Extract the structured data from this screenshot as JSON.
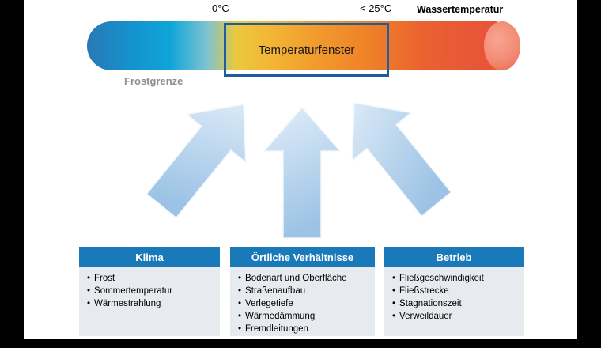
{
  "scale": {
    "zero_label": "0°C",
    "max_label": "< 25°C",
    "water_label": "Wassertemperatur",
    "frost_label": "Frostgrenze",
    "window_label": "Temperaturfenster"
  },
  "colors": {
    "cold_end": "#2a78b4",
    "hot_end": "#e7513b",
    "window_border": "#1e5e9e",
    "panel_header_blue": "#1a7ab9",
    "panel_body_gray": "#e7eaee",
    "arrow_fill_light": "#dcebf7",
    "arrow_fill_dark": "#9cc3e5",
    "frost_text_gray": "#8f8f8f"
  },
  "panels": [
    {
      "title": "Klima",
      "items": [
        "Frost",
        "Sommertemperatur",
        "Wärmestrahlung"
      ]
    },
    {
      "title": "Örtliche Verhältnisse",
      "items": [
        "Bodenart und Oberfläche",
        "Straßenaufbau",
        "Verlegetiefe",
        "Wärmedämmung",
        "Fremdleitungen"
      ]
    },
    {
      "title": "Betrieb",
      "items": [
        "Fließgeschwindigkeit",
        "Fließstrecke",
        "Stagnationszeit",
        "Verweildauer"
      ]
    }
  ]
}
